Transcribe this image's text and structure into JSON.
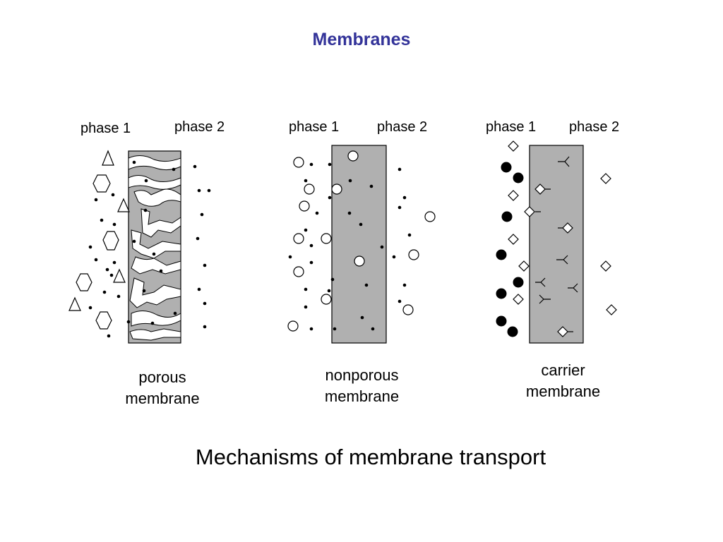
{
  "slide": {
    "title": "Membranes",
    "subtitle": "Mechanisms of membrane transport"
  },
  "panels": [
    {
      "phase1": "phase 1",
      "phase2": "phase 2",
      "caption_line1": "porous",
      "caption_line2": "membrane"
    },
    {
      "phase1": "phase 1",
      "phase2": "phase 2",
      "caption_line1": "nonporous",
      "caption_line2": "membrane"
    },
    {
      "phase1": "phase 1",
      "phase2": "phase 2",
      "caption_line1": "carrier",
      "caption_line2": "membrane"
    }
  ],
  "colors": {
    "title": "#333399",
    "membrane_fill": "#b0b0b0",
    "outline": "#000000"
  }
}
